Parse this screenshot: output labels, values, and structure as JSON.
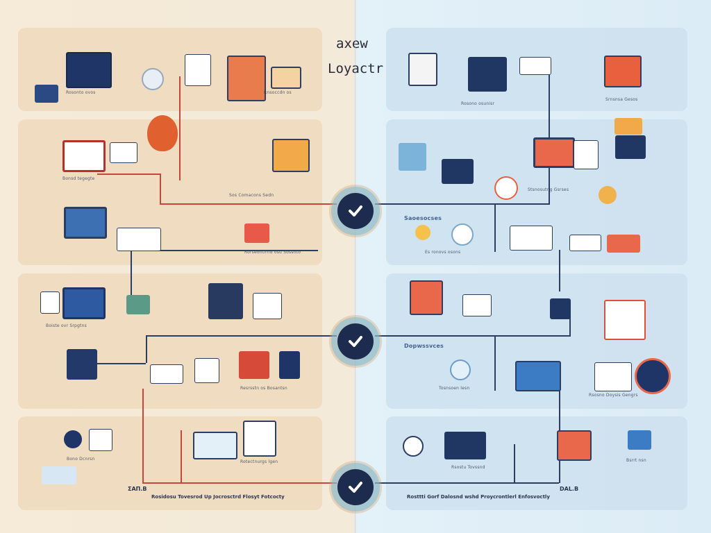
{
  "header": {
    "line1": "axew",
    "line2": "Loyactr"
  },
  "left_footer": {
    "brand": "ΣΑΠ.Β",
    "tagline": "Rosidosu Tovesrod Up Jocrosctrd Flosyt Fotcocty"
  },
  "right_footer": {
    "brand": "DAL.B",
    "tagline": "Rosttti Gorf Dalosnd wshd Proycrontlerl Enfosvoctly"
  },
  "right_section_labels": [
    "Saoesocses",
    "Dopwssvces"
  ],
  "checkpoints": [
    "check-1",
    "check-2",
    "check-3"
  ],
  "colors": {
    "left_accent": "#c4473a",
    "right_accent": "#2a3d63",
    "check_fill": "#1d2b4f"
  }
}
